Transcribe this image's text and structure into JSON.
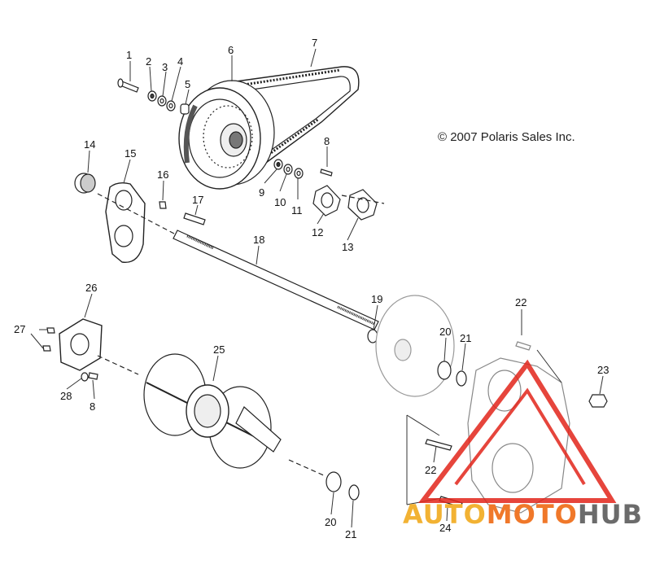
{
  "copyright": "© 2007 Polaris Sales Inc.",
  "watermark": {
    "part1": "AUTO",
    "part2": "MOTO",
    "part3": "HUB",
    "colors": {
      "auto": "#f2b233",
      "moto": "#f0782a",
      "hub": "#6b6b6b",
      "triangle": "#e2251b"
    }
  },
  "callouts": {
    "c1": "1",
    "c2": "2",
    "c3": "3",
    "c4": "4",
    "c5": "5",
    "c6": "6",
    "c7": "7",
    "c8a": "8",
    "c8b": "8",
    "c9": "9",
    "c10": "10",
    "c11": "11",
    "c12": "12",
    "c13": "13",
    "c14": "14",
    "c15": "15",
    "c16": "16",
    "c17": "17",
    "c18": "18",
    "c19": "19",
    "c20a": "20",
    "c20b": "20",
    "c21a": "21",
    "c21b": "21",
    "c22a": "22",
    "c22b": "22",
    "c23": "23",
    "c24": "24",
    "c25": "25",
    "c26": "26",
    "c27": "27",
    "c28": "28"
  }
}
